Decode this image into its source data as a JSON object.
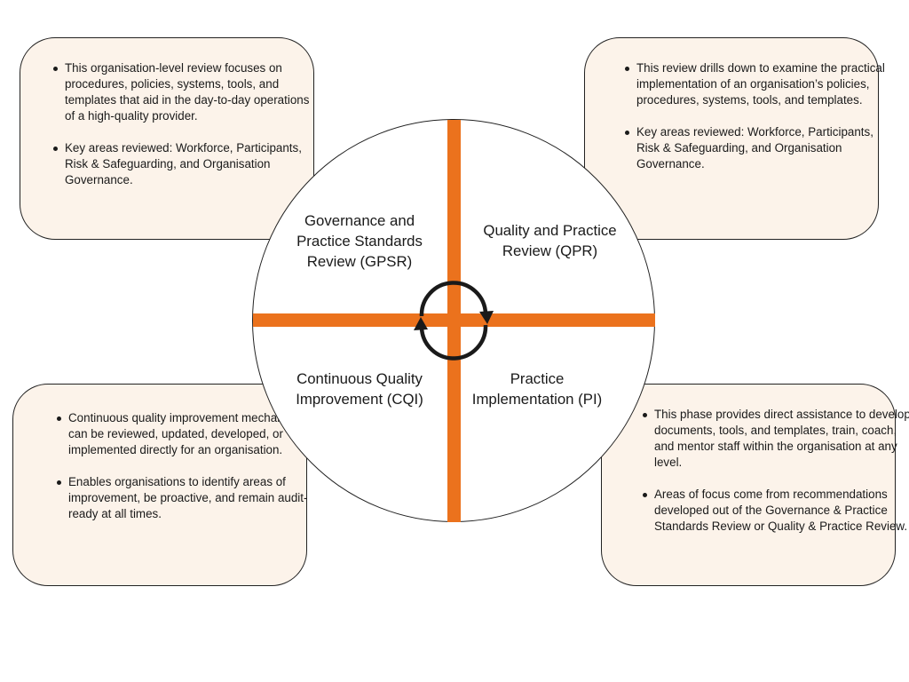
{
  "colors": {
    "accent": "#eb721d",
    "box_fill": "#fcf3ea"
  },
  "quadrants": {
    "gpsr": {
      "title": "Governance and\nPractice Standards\nReview (GPSR)",
      "bullets": [
        "This organisation-level review focuses on procedures, policies, systems, tools, and templates that aid in the day-to-day operations of a high-quality provider.",
        "Key areas reviewed: Workforce, Participants, Risk & Safeguarding, and Organisation Governance."
      ]
    },
    "qpr": {
      "title": "Quality and Practice\nReview (QPR)",
      "bullets": [
        "This review drills down to examine the practical implementation of an organisation’s policies, procedures, systems, tools, and templates.",
        "Key areas reviewed: Workforce, Participants, Risk & Safeguarding, and Organisation Governance."
      ]
    },
    "cqi": {
      "title": "Continuous Quality\nImprovement (CQI)",
      "bullets": [
        "Continuous quality improvement mechanisms can be reviewed, updated, developed, or implemented directly for an organisation.",
        "Enables organisations to identify areas of improvement, be proactive, and remain audit-ready at all times."
      ]
    },
    "pi": {
      "title": "Practice\nImplementation (PI)",
      "bullets": [
        "This phase provides direct assistance to develop documents, tools, and templates, train, coach, and mentor staff within the organisation at any level.",
        "Areas of focus come from recommendations developed out of the Governance & Practice Standards Review or Quality & Practice Review."
      ]
    }
  }
}
